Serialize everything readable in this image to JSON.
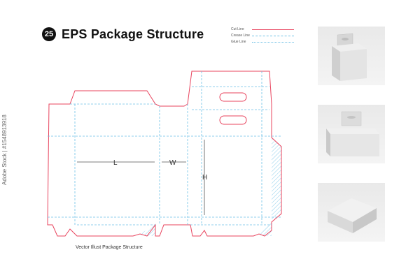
{
  "header": {
    "number": "25",
    "title": "EPS Package Structure"
  },
  "legend": {
    "cut_label": "Cut Line",
    "crease_label": "Crease Line",
    "glue_label": "Glue Line",
    "cut_color": "#e8445e",
    "crease_color": "#6ec0e6"
  },
  "dimensions": {
    "length": "L",
    "width": "W",
    "height": "H"
  },
  "caption": "Vector Illust Package Structure",
  "watermark": "Adobe Stock | #1548913918",
  "photos": [
    {
      "icon": "hang-tab-box-angle-icon"
    },
    {
      "icon": "hang-tab-box-front-icon"
    },
    {
      "icon": "box-top-view-icon"
    }
  ]
}
